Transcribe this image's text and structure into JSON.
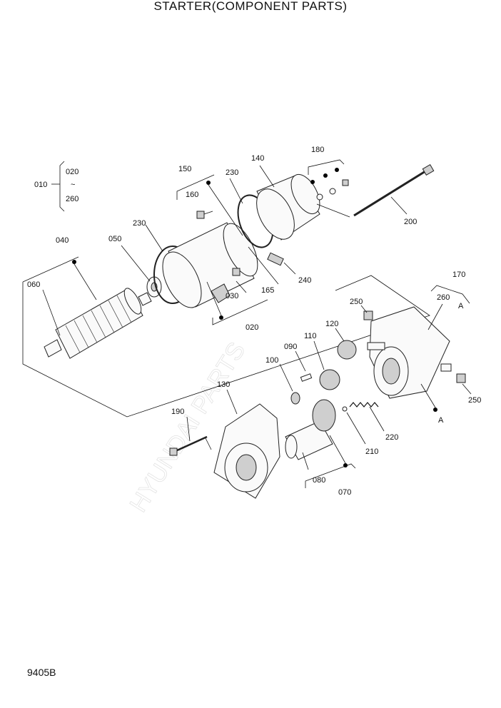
{
  "title": "STARTER(COMPONENT PARTS)",
  "document_code": "9405B",
  "group_010": {
    "label": "010",
    "range_start": "020",
    "range_sep": "~",
    "range_end": "260"
  },
  "watermark": "HYUNDAI PARTS",
  "callouts": {
    "c020": "020",
    "c030": "030",
    "c040": "040",
    "c050": "050",
    "c060": "060",
    "c070": "070",
    "c080": "080",
    "c090": "090",
    "c100": "100",
    "c110": "110",
    "c120": "120",
    "c130": "130",
    "c140": "140",
    "c150": "150",
    "c160": "160",
    "c165": "165",
    "c170": "170",
    "c180": "180",
    "c190": "190",
    "c200": "200",
    "c210": "210",
    "c220": "220",
    "c230a": "230",
    "c230b": "230",
    "c240": "240",
    "c250a": "250",
    "c250b": "250",
    "c260": "260",
    "refA1": "A",
    "refA2": "A"
  }
}
